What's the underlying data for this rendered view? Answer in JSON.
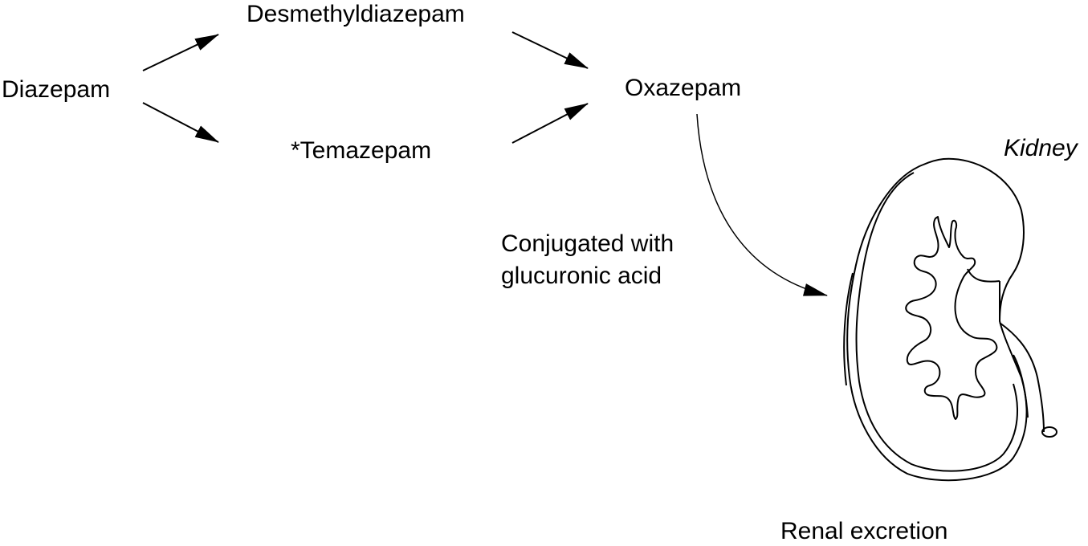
{
  "nodes": {
    "diazepam": "Diazepam",
    "desmethyldiazepam": "Desmethyldiazepam",
    "temazepam": "*Temazepam",
    "oxazepam": "Oxazepam",
    "kidney": "Kidney",
    "renal_excretion": "Renal excretion"
  },
  "annotation": {
    "line1": "Conjugated with",
    "line2": "glucuronic acid"
  },
  "edges": [
    {
      "from": "Diazepam",
      "to": "Desmethyldiazepam"
    },
    {
      "from": "Diazepam",
      "to": "*Temazepam"
    },
    {
      "from": "Desmethyldiazepam",
      "to": "Oxazepam"
    },
    {
      "from": "*Temazepam",
      "to": "Oxazepam"
    },
    {
      "from": "Oxazepam",
      "to": "Kidney"
    }
  ]
}
